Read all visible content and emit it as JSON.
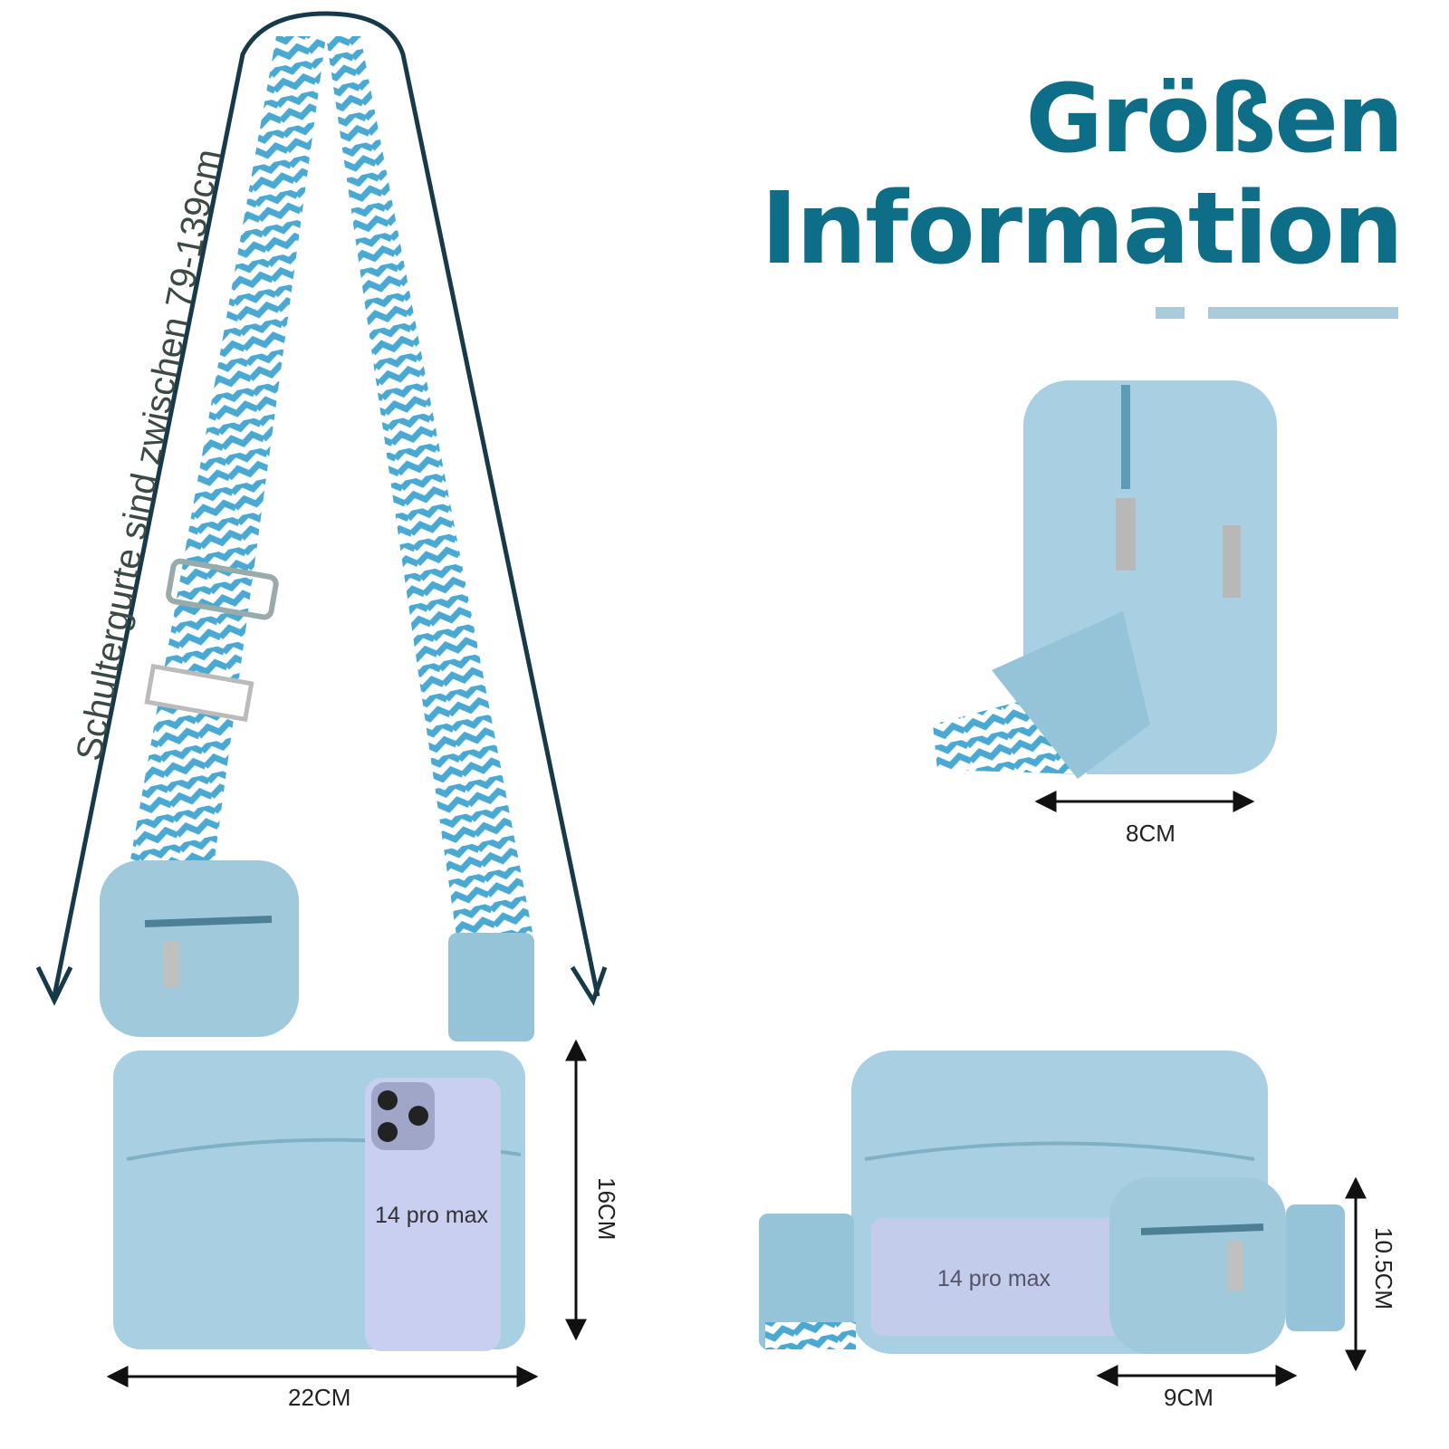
{
  "title": {
    "line1": "Größen",
    "line2": "Information"
  },
  "strap_note": "Schultergurte sind zwischen 79-139cm",
  "dimensions": {
    "main_width": "22CM",
    "main_height": "16CM",
    "side_depth": "8CM",
    "bottom_width": "9CM",
    "bottom_height": "10.5CM"
  },
  "phone_label_main": "14 pro max",
  "phone_label_bottom": "14 pro max",
  "colors": {
    "title": "#0e6e88",
    "bag": "#a8d0e2",
    "arrow": "#163a4a",
    "accent_bar": "#a9cbdc",
    "phone": "#c9cff0"
  }
}
